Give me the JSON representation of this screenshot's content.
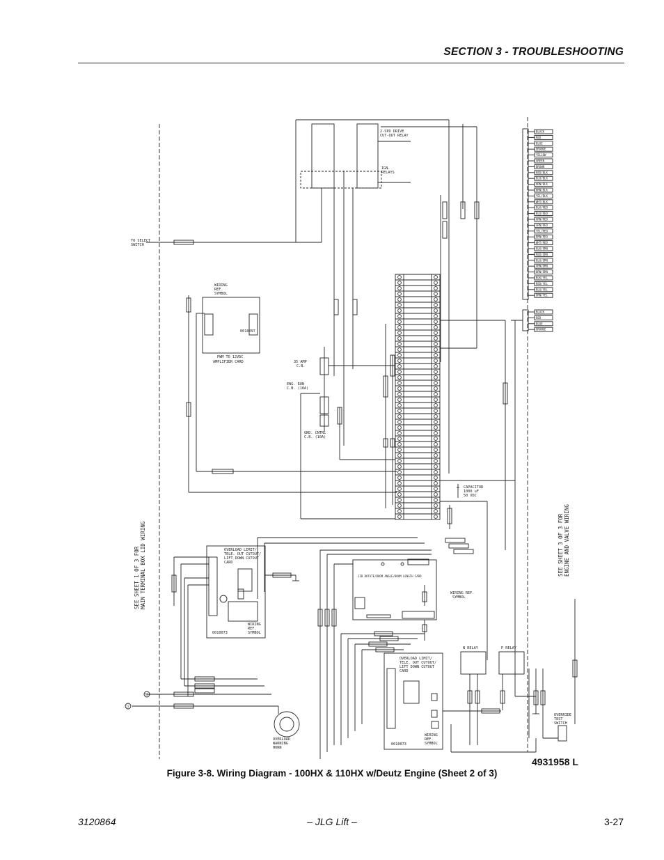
{
  "header": {
    "section_title": "SECTION 3 - TROUBLESHOOTING"
  },
  "diagram": {
    "drawing_number": "4931958 L",
    "labels": {
      "to_select_switch": [
        "TO SELECT",
        "SWITCH"
      ],
      "see_sheet_1": [
        "SEE SHEET 1 OF 3 FOR",
        "MAIN TERMINAL BOX LID WIRING"
      ],
      "see_sheet_3": [
        "SEE SHEET 3 OF 3 FOR",
        "ENGINE AND VALVE WIRING"
      ],
      "wiring_ref_symbol_top": [
        "WIRING",
        "REF.",
        "SYMBOL"
      ],
      "pwm_card": [
        "PWM TO 12VDC",
        "AMPLIFIER CARD"
      ],
      "cb_35amp": [
        "35 AMP",
        "C.B."
      ],
      "cb_eng_run": [
        "ENG. RUN",
        "C.B. (10A)"
      ],
      "cb_gnd_cntl": [
        "GND. CNTRL",
        "C.B. (10A)"
      ],
      "capacitor": [
        "CAPACITOR",
        "1000 uF",
        "50 VDC"
      ],
      "ign_relays": [
        "IGN.",
        "RELAYS"
      ],
      "cutout_relay": [
        "2-SPD DRIVE",
        "CUT-OUT RELAY"
      ],
      "overload_card_left": [
        "OVERLOAD LIMIT/",
        "TELE. OUT CUTOUT/",
        "LIFT DOWN CUTOUT",
        "CARD"
      ],
      "overload_card_right": [
        "OVERLOAD LIMIT/",
        "TELE. OUT CUTOUT/",
        "LIFT DOWN CUTOUT",
        "CARD"
      ],
      "length_card": "JIB ROTATE/BOOM ANGLE/BOOM LENGTH CARD",
      "wiring_ref_mid": [
        "WIRING REF.",
        "SYMBOL"
      ],
      "wiring_ref_left": [
        "WIRING",
        "REF.",
        "SYMBOL"
      ],
      "wiring_ref_right": [
        "WIRING",
        "REF.",
        "SYMBOL"
      ],
      "overload_horn": [
        "OVERLOAD",
        "WARNING",
        "HORN"
      ],
      "n_relay": "N RELAY",
      "p_relay": "P RELAY",
      "overide_switch": [
        "OVERRIDE",
        "TEST",
        "SWITCH"
      ],
      "part_left": "0010073",
      "part_right": "0010073",
      "part_pwm": "0010097",
      "conn_73": "73",
      "conn_17": "17"
    },
    "wire_legend": [
      "BLACK",
      "RED",
      "BLUE",
      "ORANGE",
      "YELLOW",
      "GREEN",
      "BROWN",
      "RED/BLK",
      "BLU/BLK",
      "ORN/BLK",
      "BRN/BLK",
      "YEL/BLK",
      "WHT/BLK",
      "BLK/RED",
      "BLU/RED",
      "ORN/RED",
      "GRN/RED",
      "YEL/RED",
      "BRN/RED",
      "WHT/RED",
      "BLK/ORN",
      "RED/ORN",
      "BLU/ORN",
      "GRN/ORN",
      "BRN/ORN",
      "BLK/YEL",
      "RED/YEL",
      "BLU/YEL",
      "ORN/YEL"
    ],
    "wire_legend_extra": [
      "BLACK",
      "RED",
      "BLUE",
      "ORANGE"
    ]
  },
  "figure": {
    "caption": "Figure 3-8.  Wiring Diagram - 100HX & 110HX w/Deutz Engine (Sheet 2 of 3)"
  },
  "footer": {
    "doc_number": "3120864",
    "publisher": "– JLG Lift –",
    "page_number": "3-27"
  }
}
